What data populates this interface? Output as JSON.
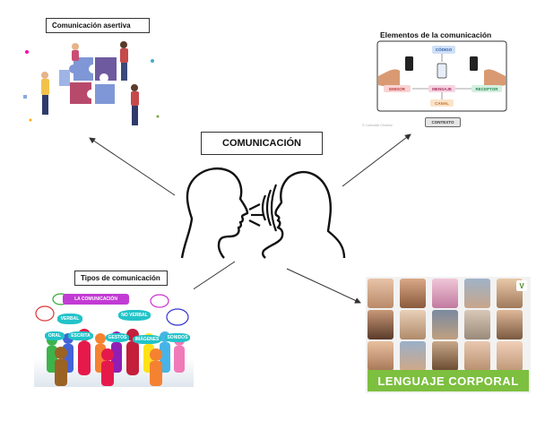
{
  "center": {
    "title": "COMUNICACIÓN"
  },
  "asertiva": {
    "title": "Comunicación asertiva"
  },
  "elementos": {
    "title": "Elementos de la comunicación",
    "codigo": "CÓDIGO",
    "emisor": "EMISOR",
    "mensaje": "MENSAJE",
    "receptor": "RECEPTOR",
    "canal": "CANAL",
    "contexto": "CONTEXTO",
    "watermark": "© Lizmarie Chavez"
  },
  "tipos": {
    "title": "Tipos de comunicación",
    "bubbles": {
      "la_comunicacion": "LA COMUNICACIÓN",
      "verbal": "VERBAL",
      "no_verbal": "NO VERBAL",
      "oral": "ORAL",
      "escrita": "ESCRITA",
      "gestos": "GESTOS",
      "imagenes": "IMÁGENES",
      "sonidos": "SONIDOS"
    }
  },
  "corporal": {
    "banner": "LENGUAJE CORPORAL",
    "corner_icon": "V"
  },
  "colors": {
    "green_banner": "#7dbf3f",
    "puzzle_blue": "#7f97d6",
    "puzzle_purple": "#6e5a9e",
    "puzzle_red": "#b74a6c",
    "bubble_cyan": "#22c3c9"
  }
}
